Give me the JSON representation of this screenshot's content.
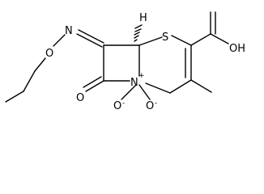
{
  "molecule": {
    "atoms": {
      "n_imine": "N",
      "o_ether": "O",
      "s_ring": "S",
      "cooh": "OH",
      "o_lactam": "O",
      "n_ring": "N",
      "n_charge": "+",
      "o_n1": "O",
      "o_n1_charge": "-",
      "o_n2": "O",
      "o_n2_charge": "-",
      "h_stereo": "H"
    }
  }
}
